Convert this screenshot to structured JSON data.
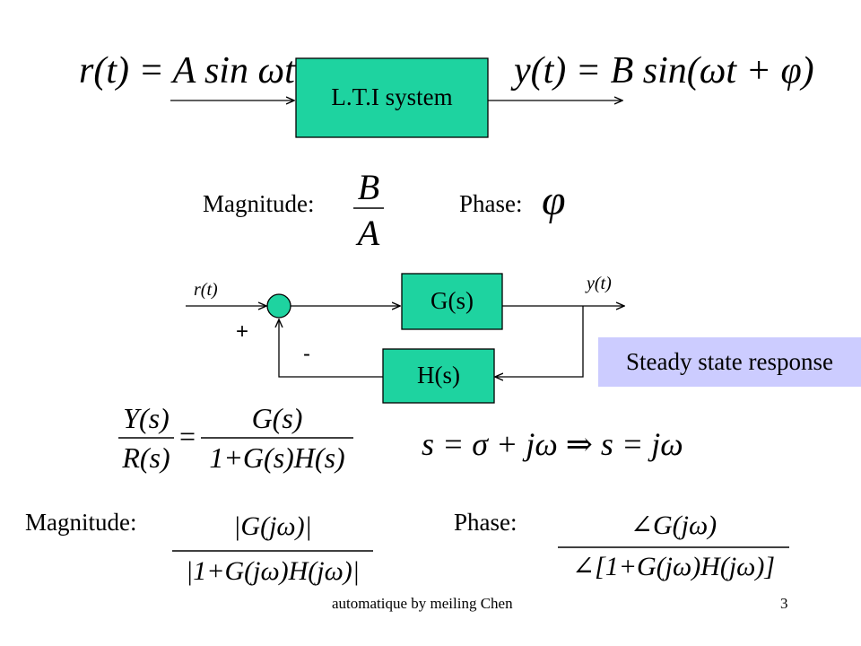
{
  "top": {
    "input_eq": "r(t) = A sin ωt",
    "output_eq": "y(t) = B sin(ωt + φ)",
    "block": "L.T.I system"
  },
  "mid": {
    "magnitude_label": "Magnitude:",
    "magnitude_num": "B",
    "magnitude_den": "A",
    "phase_label": "Phase:",
    "phase_symbol": "φ"
  },
  "feedback": {
    "input": "r(t)",
    "output": "y(t)",
    "forward_block": "G(s)",
    "feedback_block": "H(s)",
    "plus": "+",
    "minus": "-"
  },
  "note": "Steady state response",
  "tf": {
    "lhs_num": "Y(s)",
    "lhs_den": "R(s)",
    "rhs_num": "G(s)",
    "rhs_den": "1+G(s)H(s)",
    "sub": "s = σ + jω ⇒ s = jω"
  },
  "bottom": {
    "magnitude_label": "Magnitude:",
    "mag_num": "|G(jω)|",
    "mag_den": "|1+G(jω)H(jω)|",
    "phase_label": "Phase:",
    "phase_num": "∠G(jω)",
    "phase_den": "∠[1+G(jω)H(jω)]"
  },
  "footer": {
    "author": "automatique by meiling Chen",
    "page": "3"
  },
  "colors": {
    "block_fill": "#1ed3a0",
    "note_fill": "#ccccff"
  }
}
